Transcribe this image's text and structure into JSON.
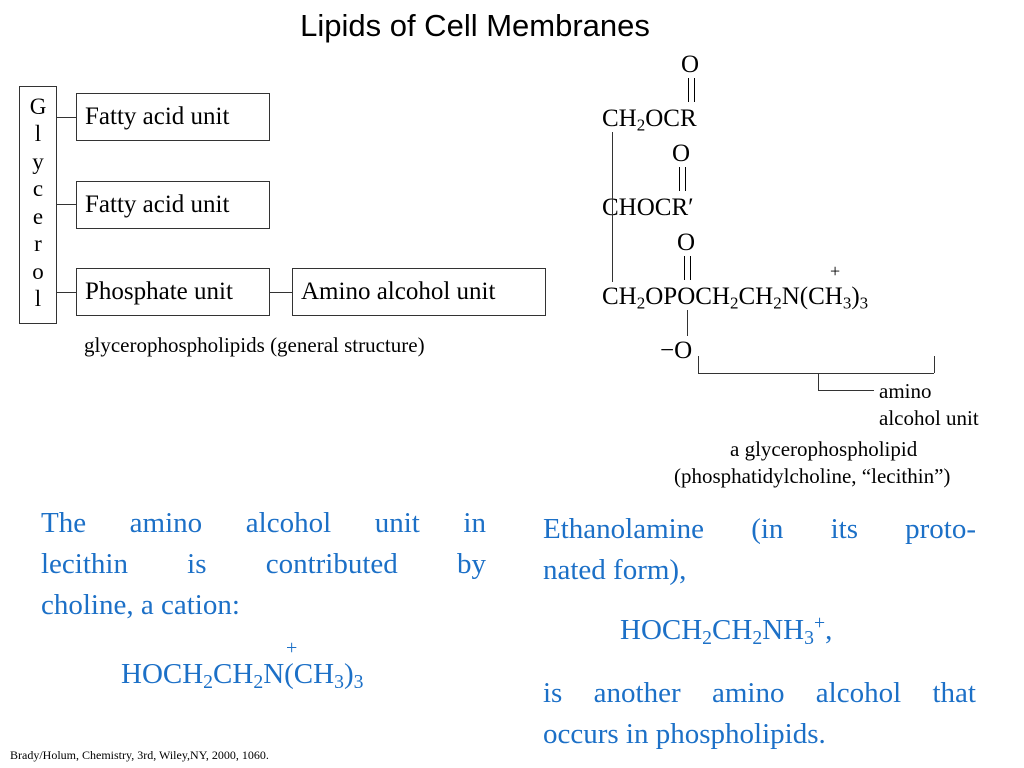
{
  "title": "Lipids of Cell Membranes",
  "general_structure": {
    "glycerol_letters": [
      "G",
      "l",
      "y",
      "c",
      "e",
      "r",
      "o",
      "l"
    ],
    "units": [
      "Fatty acid unit",
      "Fatty acid unit",
      "Phosphate unit"
    ],
    "amino_unit": "Amino alcohol unit",
    "caption": "glycerophospholipids (general structure)"
  },
  "lecithin_structure": {
    "oxygen": "O",
    "row1_a": "CH",
    "row1_sub": "2",
    "row1_b": "OCR",
    "row2": "CHOCR′",
    "row3_a": "CH",
    "row3_sub1": "2",
    "row3_b": "OPOCH",
    "row3_sub2": "2",
    "row3_c": "CH",
    "row3_sub3": "2",
    "row3_d": "N(CH",
    "row3_sub4": "3",
    "row3_e": ")",
    "row3_sub5": "3",
    "plus": "+",
    "minus_o": "−O",
    "bracket_label_1": "amino",
    "bracket_label_2": "alcohol unit",
    "caption_1": "a glycerophospholipid",
    "caption_2": "(phosphatidylcholine, “lecithin”)"
  },
  "choline_text": {
    "line1": "The amino alcohol unit in",
    "line2": "lecithin is contributed by",
    "line3": "choline, a cation:",
    "formula_a": "HOCH",
    "formula_sub1": "2",
    "formula_b": "CH",
    "formula_sub2": "2",
    "formula_c": "N(CH",
    "formula_sub3": "3",
    "formula_d": ")",
    "formula_sub4": "3",
    "plus": "+"
  },
  "ethanolamine_text": {
    "line1": "Ethanolamine (in its proto-",
    "line2": "nated form),",
    "formula_a": "HOCH",
    "formula_sub1": "2",
    "formula_b": "CH",
    "formula_sub2": "2",
    "formula_c": "NH",
    "formula_sub3": "3",
    "formula_sup": "+",
    "formula_d": ",",
    "line3": "is another amino alcohol that",
    "line4": "occurs in phospholipids."
  },
  "citation": "Brady/Holum, Chemistry, 3rd, Wiley,NY, 2000, 1060.",
  "colors": {
    "text_blue": "#1c70c7",
    "text_black": "#000000"
  }
}
